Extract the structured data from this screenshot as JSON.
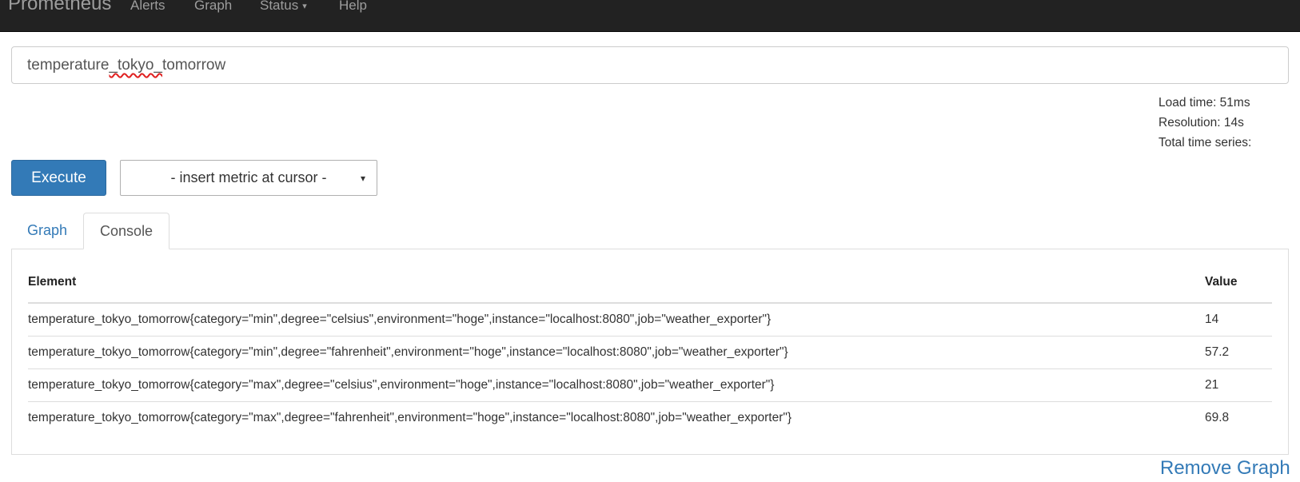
{
  "navbar": {
    "brand": "Prometheus",
    "items": [
      {
        "label": "Alerts"
      },
      {
        "label": "Graph"
      },
      {
        "label": "Status"
      },
      {
        "label": "Help"
      }
    ]
  },
  "icons": {
    "caret_down": "▾"
  },
  "query": {
    "value": "temperature_tokyo_tomorrow",
    "part_before": "temperature",
    "part_misspelled": "_tokyo_",
    "part_after": "tomorrow"
  },
  "stats": {
    "load_time": "Load time: 51ms",
    "resolution": "Resolution: 14s",
    "total_series": "Total time series:"
  },
  "controls": {
    "execute_label": "Execute",
    "insert_metric_label": "- insert metric at cursor -"
  },
  "tabs": [
    {
      "label": "Graph",
      "active": false
    },
    {
      "label": "Console",
      "active": true
    }
  ],
  "console_table": {
    "headers": {
      "element": "Element",
      "value": "Value"
    },
    "rows": [
      {
        "element": "temperature_tokyo_tomorrow{category=\"min\",degree=\"celsius\",environment=\"hoge\",instance=\"localhost:8080\",job=\"weather_exporter\"}",
        "value": "14"
      },
      {
        "element": "temperature_tokyo_tomorrow{category=\"min\",degree=\"fahrenheit\",environment=\"hoge\",instance=\"localhost:8080\",job=\"weather_exporter\"}",
        "value": "57.2"
      },
      {
        "element": "temperature_tokyo_tomorrow{category=\"max\",degree=\"celsius\",environment=\"hoge\",instance=\"localhost:8080\",job=\"weather_exporter\"}",
        "value": "21"
      },
      {
        "element": "temperature_tokyo_tomorrow{category=\"max\",degree=\"fahrenheit\",environment=\"hoge\",instance=\"localhost:8080\",job=\"weather_exporter\"}",
        "value": "69.8"
      }
    ]
  },
  "footer": {
    "remove_graph_label": "Remove Graph"
  },
  "colors": {
    "accent": "#337ab7",
    "navbar_bg": "#222222",
    "border": "#dddddd",
    "execute_button_bg": "#337ab7",
    "squiggle": "#e02020"
  }
}
